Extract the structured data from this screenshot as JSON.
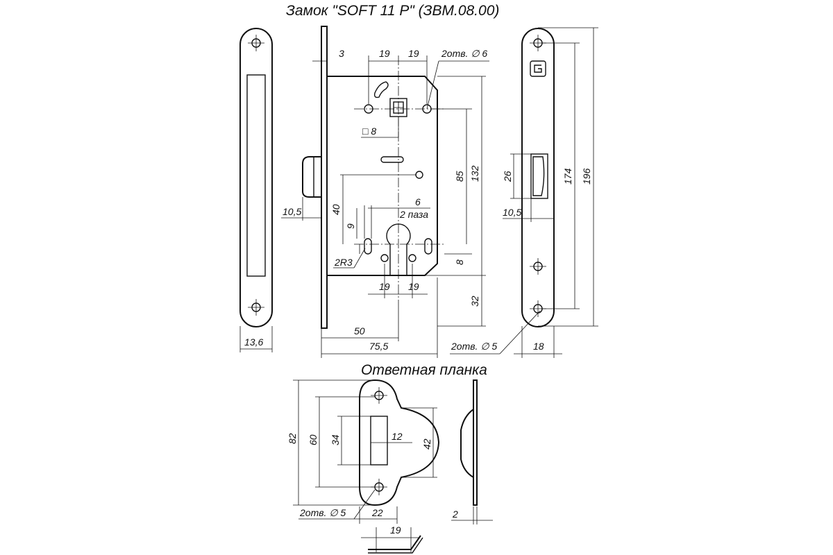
{
  "titles": {
    "lock": "Замок \"SOFT 11 P\" (ЗВМ.08.00)",
    "strike": "Ответная планка"
  },
  "dims": {
    "d3": "3",
    "d19_a": "19",
    "d19_b": "19",
    "holes6": "2отв. ∅ 6",
    "sq8": "□ 8",
    "d85": "85",
    "d132": "132",
    "d40": "40",
    "d10_5_a": "10,5",
    "d6": "6",
    "paza": "2 паза",
    "d9": "9",
    "r3": "2R3",
    "d8": "8",
    "d19_c": "19",
    "d19_d": "19",
    "d32": "32",
    "d50": "50",
    "d75_5": "75,5",
    "d13_6": "13,6",
    "d26": "26",
    "d10_5_b": "10,5",
    "d174": "174",
    "d196": "196",
    "holes5_a": "2отв. ∅ 5",
    "d18": "18",
    "d82": "82",
    "d60": "60",
    "d34": "34",
    "d12": "12",
    "d42": "42",
    "holes5_b": "2отв. ∅ 5",
    "d22": "22",
    "d2": "2",
    "d19_e": "19"
  }
}
